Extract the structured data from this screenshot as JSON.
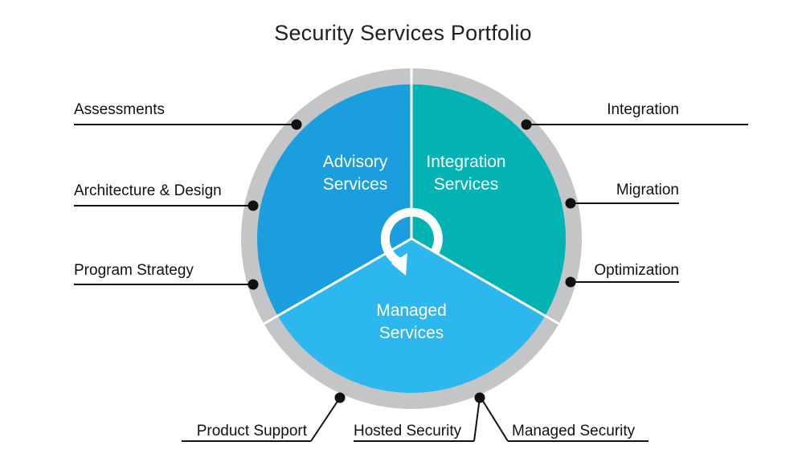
{
  "title": "Security Services Portfolio",
  "colors": {
    "advisory": "#1b9ede",
    "integration": "#03b2b3",
    "managed": "#2cb8ee",
    "ring": "#c4c5c7",
    "divider": "#ffffff",
    "line": "#111111",
    "text": "#111111"
  },
  "segments": {
    "advisory": {
      "line1": "Advisory",
      "line2": "Services"
    },
    "integration": {
      "line1": "Integration",
      "line2": "Services"
    },
    "managed": {
      "line1": "Managed",
      "line2": "Services"
    }
  },
  "center_icon": "cycle-arrows-icon",
  "callouts": {
    "left": [
      "Assessments",
      "Architecture & Design",
      "Program Strategy"
    ],
    "right": [
      "Integration",
      "Migration",
      "Optimization"
    ],
    "bottom": [
      "Product Support",
      "Hosted Security",
      "Managed Security"
    ]
  }
}
